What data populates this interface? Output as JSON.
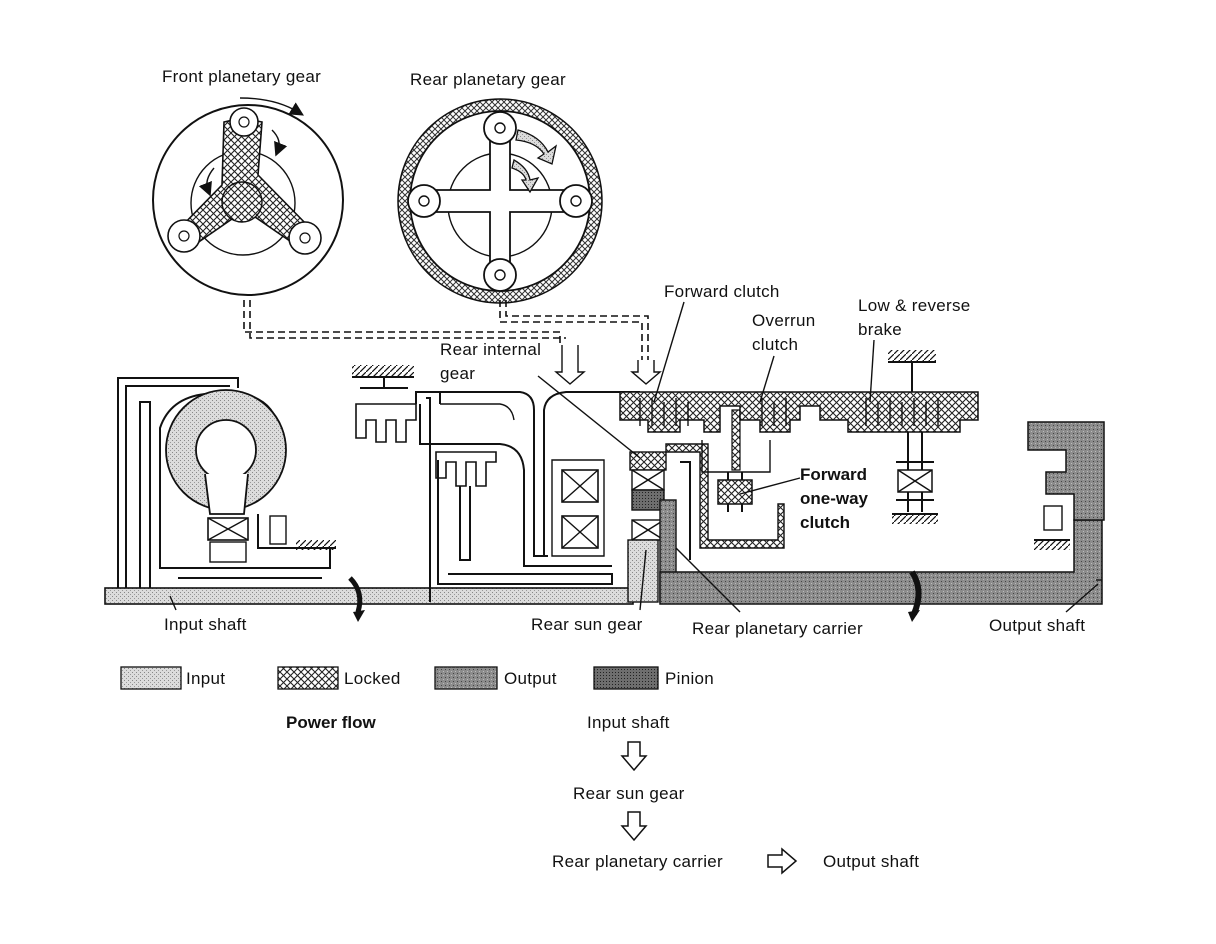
{
  "diagram": {
    "labels": {
      "front_planetary": "Front planetary gear",
      "rear_planetary": "Rear planetary gear",
      "forward_clutch": "Forward clutch",
      "overrun_clutch_1": "Overrun",
      "overrun_clutch_2": "clutch",
      "low_reverse_1": "Low & reverse",
      "low_reverse_2": "brake",
      "rear_internal_1": "Rear internal",
      "rear_internal_2": "gear",
      "forward_oneway_1": "Forward",
      "forward_oneway_2": "one-way",
      "forward_oneway_3": "clutch",
      "input_shaft": "Input shaft",
      "rear_sun_gear": "Rear sun gear",
      "rear_planetary_carrier": "Rear planetary carrier",
      "output_shaft": "Output shaft"
    },
    "legend": [
      {
        "pattern": "input",
        "label": "Input"
      },
      {
        "pattern": "locked",
        "label": "Locked"
      },
      {
        "pattern": "output",
        "label": "Output"
      },
      {
        "pattern": "pinion",
        "label": "Pinion"
      }
    ],
    "power_flow": {
      "title": "Power flow",
      "steps": [
        "Input shaft",
        "Rear sun gear",
        "Rear planetary carrier",
        "Output shaft"
      ]
    },
    "colors": {
      "input": "#d9d9d9",
      "output": "#8a8a8a",
      "pinion": "#707070",
      "line": "#111111"
    }
  }
}
